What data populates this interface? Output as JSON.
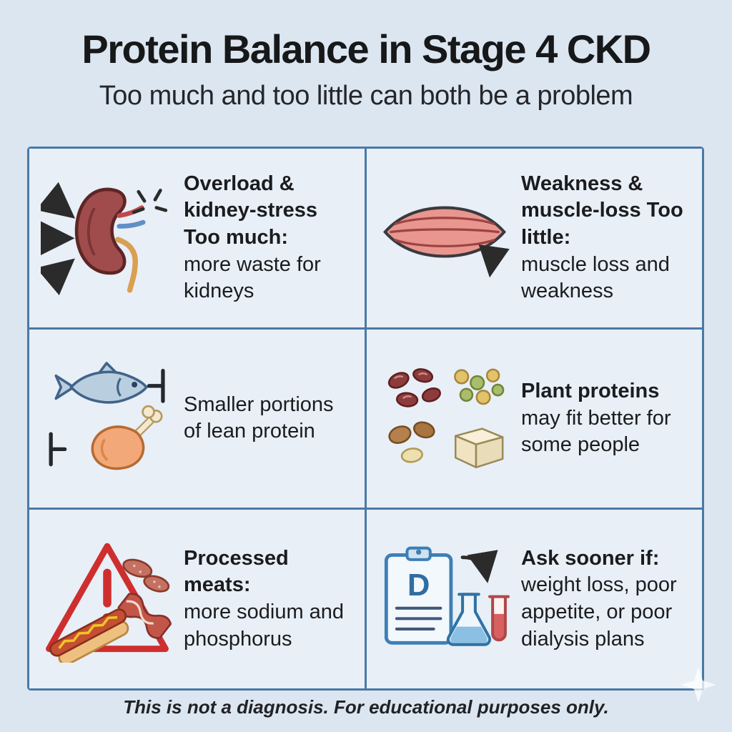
{
  "header": {
    "title": "Protein Balance in Stage 4 CKD",
    "subtitle": "Too much and too little can both be a problem"
  },
  "cells": [
    {
      "icon": "kidney-stress-icon",
      "bold": "Overload & kidney-stress Too much:",
      "text": "more waste for kidneys"
    },
    {
      "icon": "muscle-loss-icon",
      "bold": "Weakness & muscle-loss Too little:",
      "text": "muscle loss and weakness"
    },
    {
      "icon": "fish-and-poultry-icon",
      "bold": "",
      "text": "Smaller portions of lean protein"
    },
    {
      "icon": "plant-proteins-icon",
      "bold": "Plant proteins",
      "text": "may fit better for some people"
    },
    {
      "icon": "processed-meats-warning-icon",
      "bold": "Processed meats:",
      "text": "more sodium and phosphorus"
    },
    {
      "icon": "dialysis-labs-icon",
      "bold": "Ask sooner if:",
      "text": "weight loss, poor appetite, or poor dialysis plans"
    }
  ],
  "misc": {
    "clipboard_letter": "D"
  },
  "footer": {
    "disclaimer": "This is not a diagnosis. For educational purposes only."
  },
  "colors": {
    "page_background": "#dce6f0",
    "cell_background": "#e8eff7",
    "grid_border": "#4a79a6",
    "text": "#1b1c1e",
    "warning_red": "#cf2e2e",
    "clipboard_blue": "#3d7fb5"
  }
}
